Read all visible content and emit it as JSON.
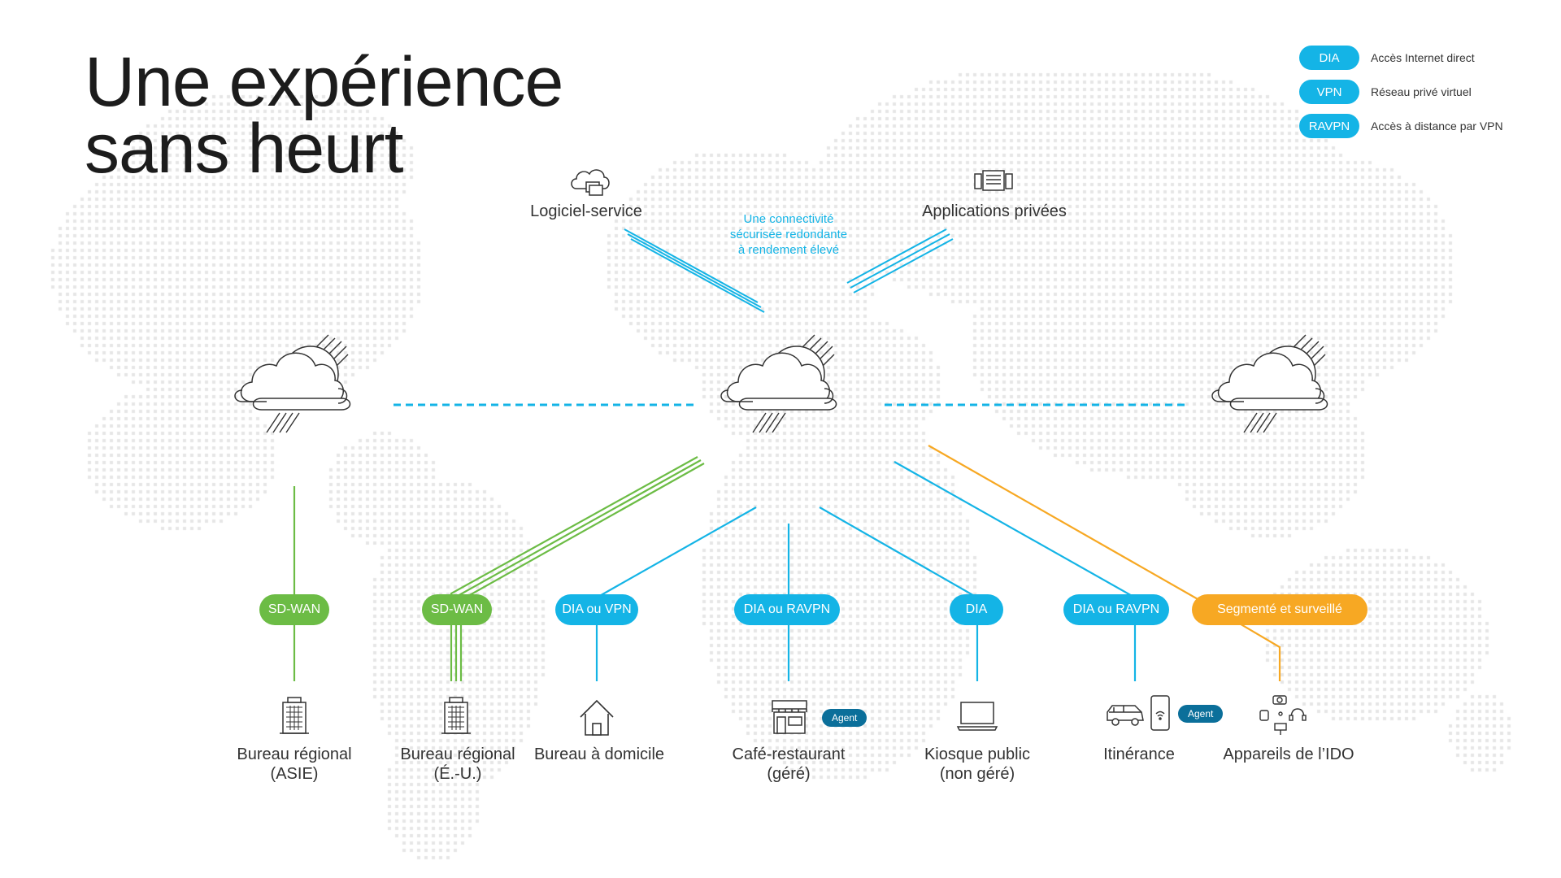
{
  "title": {
    "line1": "Une expérience",
    "line2": "sans heurt"
  },
  "legend": [
    {
      "badge": "DIA",
      "text": "Accès Internet direct"
    },
    {
      "badge": "VPN",
      "text": "Réseau privé virtuel"
    },
    {
      "badge": "RAVPN",
      "text": "Accès à distance par VPN"
    }
  ],
  "top": {
    "saas_label": "Logiciel-service",
    "private_apps_label": "Applications privées",
    "center_note": [
      "Une connectivité",
      "sécurisée redondante",
      "à rendement élevé"
    ]
  },
  "connections": [
    {
      "tag": "SD-WAN",
      "site": [
        "Bureau régional",
        "(ASIE)"
      ],
      "icon": "building-icon"
    },
    {
      "tag": "SD-WAN",
      "site": [
        "Bureau régional",
        "(É.-U.)"
      ],
      "icon": "building-icon"
    },
    {
      "tag": "DIA ou VPN",
      "site": [
        "Bureau à domicile"
      ],
      "icon": "house-icon"
    },
    {
      "tag": "DIA ou RAVPN",
      "site": [
        "Café-restaurant",
        "(géré)"
      ],
      "icon": "storefront-icon",
      "agent": "Agent"
    },
    {
      "tag": "DIA",
      "site": [
        "Kiosque public",
        "(non géré)"
      ],
      "icon": "laptop-icon"
    },
    {
      "tag": "DIA ou RAVPN",
      "site": [
        "Itinérance"
      ],
      "icon": "car-phone-icon",
      "agent": "Agent"
    },
    {
      "tag": "Segmenté et surveillé",
      "site": [
        "Appareils de l’IDO"
      ],
      "icon": "iot-devices-icon"
    }
  ],
  "colors": {
    "blue": "#14b4e6",
    "green": "#6cbc45",
    "orange": "#f7a823",
    "agent": "#0b6f9a",
    "map_dots": "#e6e6e6",
    "icon_stroke": "#333333"
  }
}
